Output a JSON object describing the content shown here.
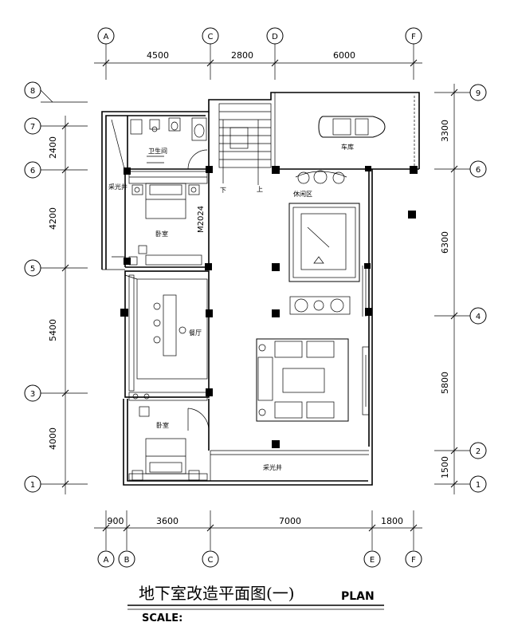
{
  "grid": {
    "top_axes": [
      "A",
      "C",
      "D",
      "F"
    ],
    "bottom_axes": [
      "A",
      "B",
      "C",
      "E",
      "F"
    ],
    "left_axes": [
      "8",
      "7",
      "6",
      "5",
      "3",
      "1"
    ],
    "right_axes": [
      "9",
      "6",
      "4",
      "2",
      "1"
    ]
  },
  "dimensions": {
    "top": [
      "4500",
      "2800",
      "6000"
    ],
    "bottom": [
      "900",
      "3600",
      "7000",
      "1800"
    ],
    "left": [
      "2400",
      "4200",
      "5400",
      "4000"
    ],
    "right": [
      "3300",
      "6300",
      "5800",
      "1500"
    ]
  },
  "rooms": {
    "bathroom": "卫生间",
    "light_well_left": "采光井",
    "bedroom_upper": "卧室",
    "door_tag": "M2024",
    "dining": "餐厅",
    "bedroom_lower": "卧室",
    "garage": "车库",
    "leisure": "休闲区",
    "light_well_bottom": "采光井",
    "stair_down": "下",
    "stair_up": "上"
  },
  "title": {
    "main": "地下室改造平面图(一)",
    "plan": "PLAN",
    "scale": "SCALE:"
  }
}
